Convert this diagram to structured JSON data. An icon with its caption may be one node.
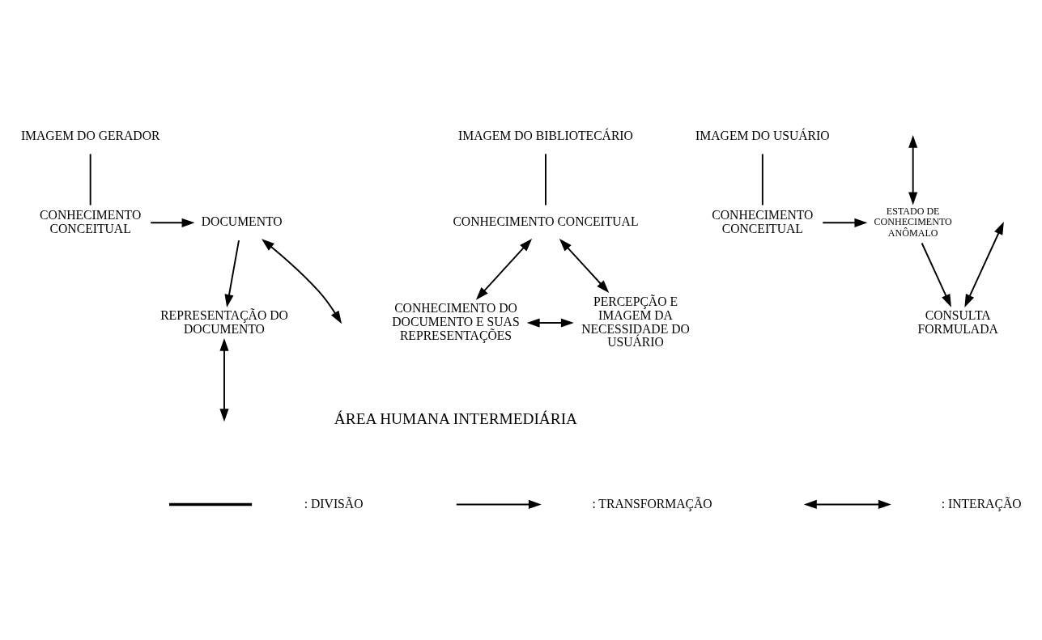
{
  "diagram": {
    "nodes": [
      {
        "text": [
          "IMAGEM DO GERADOR"
        ]
      },
      {
        "text": [
          "IMAGEM DO BIBLIOTECÁRIO"
        ]
      },
      {
        "text": [
          "IMAGEM DO USUÁRIO"
        ]
      },
      {
        "text": [
          "CONHECIMENTO CONCEITUAL"
        ]
      },
      {
        "text": [
          "DOCUMENTO"
        ]
      },
      {
        "text": [
          "CONHECIMENTO CONCEITUAL"
        ]
      },
      {
        "text": [
          "ESTADO DE CONHECIMENTO ANÔMALO"
        ]
      },
      {
        "text": [
          "CONHECIMENTO CONCEITUAL"
        ]
      },
      {
        "text": [
          "REPRESENTAÇÃO DO DOCUMENTO"
        ]
      },
      {
        "text": [
          "CONSULTA FORMULADA"
        ]
      },
      {
        "text": [
          "CONHECIMENTO DO DOCUMENTO E SUAS REPRESENTAÇÕES"
        ]
      },
      {
        "text": [
          "PERCEPÇÃO E IMAGEM DA NECESSIDADE DO USUÁRIO"
        ]
      }
    ],
    "edges": [
      {
        "from": 0,
        "to": 3,
        "arrow": "none"
      },
      {
        "from": 1,
        "to": 5,
        "arrow": "none"
      },
      {
        "from": 2,
        "to": 7,
        "arrow": "none"
      },
      {
        "from": 3,
        "to": 4,
        "arrow": "to"
      },
      {
        "from": 4,
        "to": null,
        "arrow": "both"
      },
      {
        "from": null,
        "to": 6,
        "arrow": "both"
      },
      {
        "from": 7,
        "to": 6,
        "arrow": "to"
      },
      {
        "from": 4,
        "to": 8,
        "arrow": "to"
      },
      {
        "from": 8,
        "to": null,
        "arrow": "both"
      },
      {
        "from": 5,
        "to": 10,
        "arrow": "both"
      },
      {
        "from": 5,
        "to": 11,
        "arrow": "both"
      },
      {
        "from": 10,
        "to": 11,
        "arrow": "both"
      },
      {
        "from": 6,
        "to": 9,
        "arrow": "to"
      },
      {
        "from": null,
        "to": 9,
        "arrow": "both"
      }
    ],
    "labels": [
      "ÁREA HUMANA INTERMEDIÁRIA"
    ],
    "legend": [
      {
        "text": ": DIVISÃO"
      },
      {
        "text": ": TRANSFORMAÇÃO"
      },
      {
        "text": ": INTERAÇÃO"
      }
    ]
  }
}
